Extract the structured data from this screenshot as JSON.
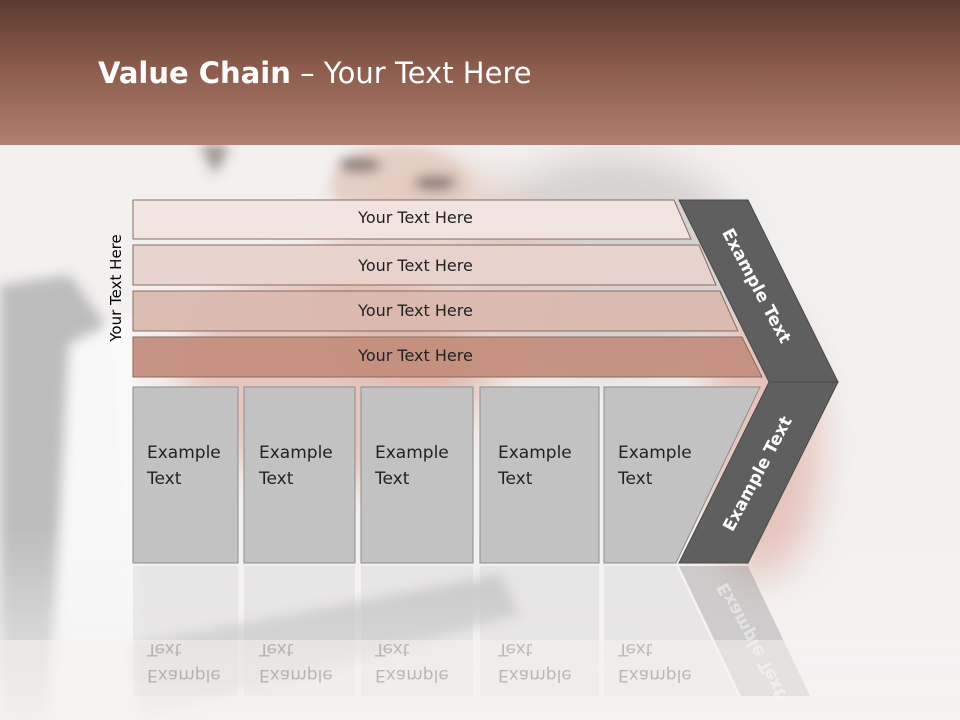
{
  "title": {
    "bold": "Value Chain",
    "rest": " – Your Text Here"
  },
  "side_label": "Your Text Here",
  "support_rows": [
    "Your Text Here",
    "Your Text Here",
    "Your Text Here",
    "Your Text Here"
  ],
  "primary_cells": [
    {
      "line1": "Example",
      "line2": "Text"
    },
    {
      "line1": "Example",
      "line2": "Text"
    },
    {
      "line1": "Example",
      "line2": "Text"
    },
    {
      "line1": "Example",
      "line2": "Text"
    },
    {
      "line1": "Example",
      "line2": "Text"
    }
  ],
  "margin_upper": "Example Text",
  "margin_lower": "Example Text",
  "colors": {
    "banner": "#8a5a4b",
    "row1": "#f2e5e2",
    "row2": "#e8d2cc",
    "row3": "#dab9ae",
    "row4": "#c28c7c",
    "cell": "#c2c2c2",
    "chevron": "#5f5f5f"
  }
}
